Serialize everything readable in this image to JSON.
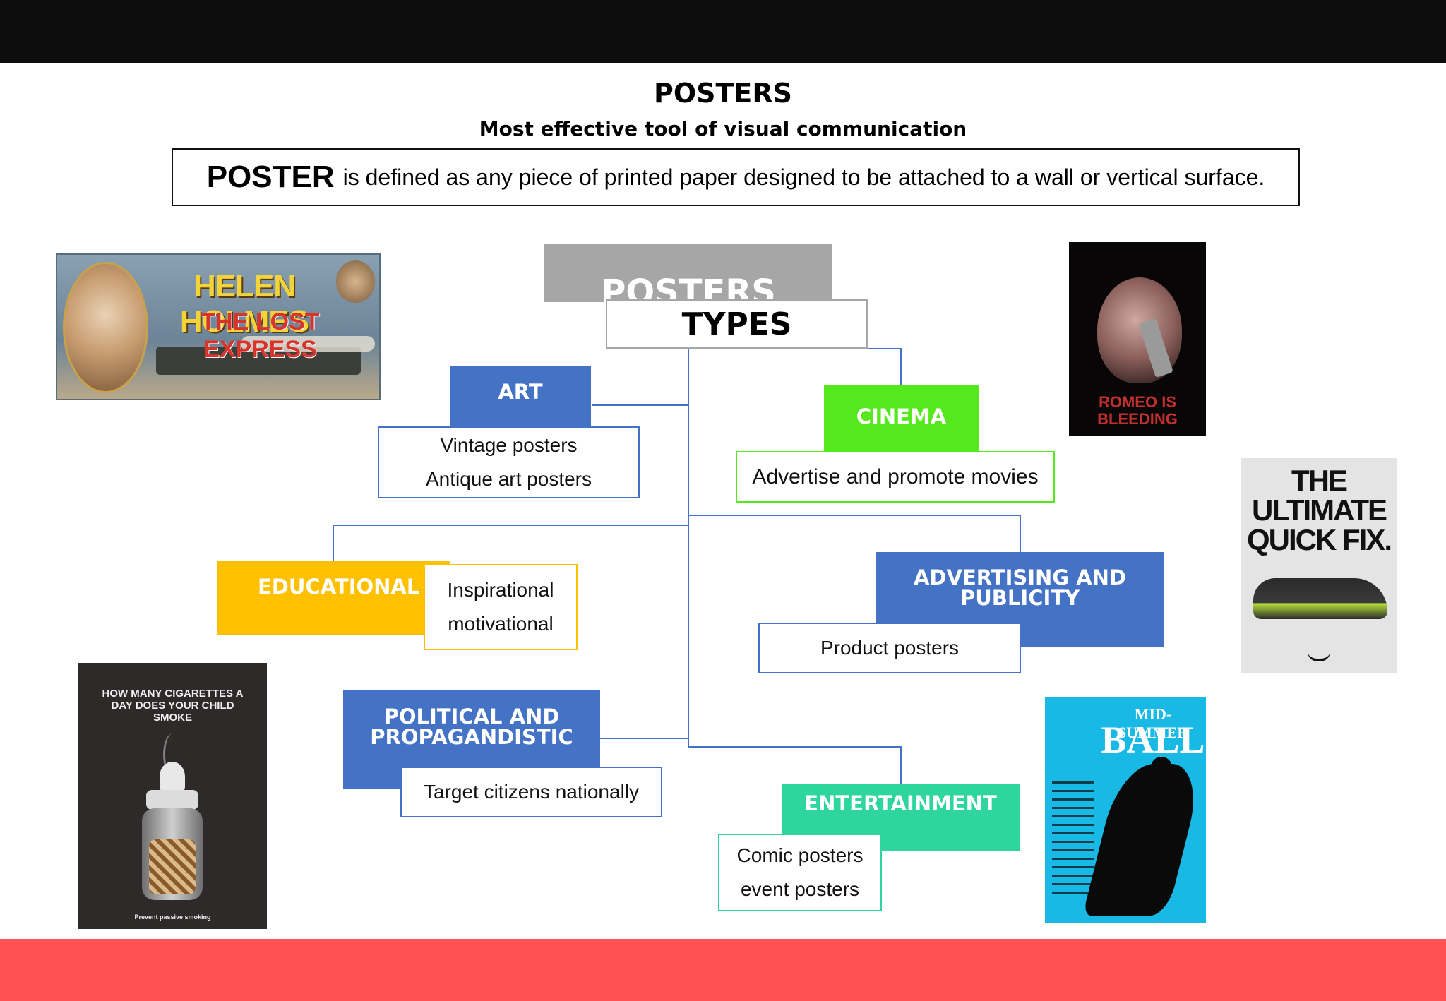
{
  "header": {
    "title": "POSTERS",
    "subtitle": "Most effective tool of visual communication"
  },
  "definition": {
    "term": "POSTER",
    "text": "is defined as any piece of printed paper designed to be attached to a wall or vertical surface."
  },
  "diagram": {
    "root_top": "POSTERS",
    "root_bottom": "TYPES",
    "types": [
      {
        "name": "ART",
        "items": [
          "Vintage posters",
          "Antique art posters"
        ],
        "color": "#4472c4"
      },
      {
        "name": "CINEMA",
        "items": [
          "Advertise and promote movies"
        ],
        "color": "#55e81c"
      },
      {
        "name": "EDUCATIONAL",
        "items": [
          "Inspirational",
          "motivational"
        ],
        "color": "#ffc000"
      },
      {
        "name": "ADVERTISING AND PUBLICITY",
        "items": [
          "Product posters"
        ],
        "color": "#4472c4"
      },
      {
        "name": "POLITICAL AND PROPAGANDISTIC",
        "items": [
          "Target citizens nationally"
        ],
        "color": "#4472c4"
      },
      {
        "name": "ENTERTAINMENT",
        "items": [
          "Comic posters",
          "event posters"
        ],
        "color": "#2ed59c"
      }
    ]
  },
  "posters": {
    "helen": {
      "line1": "HELEN HOLMES",
      "line2": "THE LOST EXPRESS"
    },
    "romeo": {
      "line1": "ROMEO IS",
      "line2": "BLEEDING"
    },
    "nike": {
      "line1": "THE",
      "line2": "ULTIMATE",
      "line3": "QUICK FIX."
    },
    "smoking": {
      "headline": "HOW MANY CIGARETTES A DAY DOES YOUR CHILD SMOKE",
      "footer": "Prevent passive smoking"
    },
    "ball": {
      "line1": "MID-SUMMER",
      "line2": "BALL"
    }
  },
  "colors": {
    "top_bar": "#0d0d0d",
    "bottom_bar": "#ff5054",
    "connector": "#4472c4",
    "root_top": "#a6a6a6"
  }
}
